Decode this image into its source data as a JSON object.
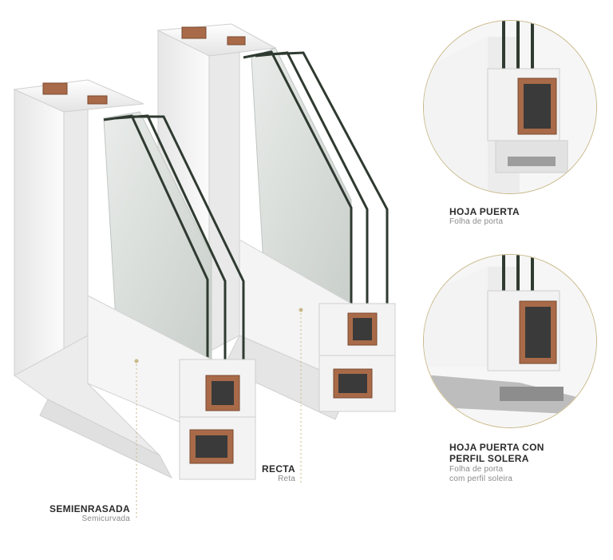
{
  "colors": {
    "pvc": "#f2f2f2",
    "pvc_shadow": "#d9d9d9",
    "glass": "#d8dcd9",
    "glass_edge": "#2f3a30",
    "reinforcement": "#9a5a3a",
    "accent_gold": "#c9b98a",
    "text_dark": "#2b2b2b",
    "text_light": "#8a8a8a"
  },
  "profiles": [
    {
      "id": "semienrasada",
      "title": "SEMIENRASADA",
      "subtitle": "Semicurvada"
    },
    {
      "id": "recta",
      "title": "RECTA",
      "subtitle": "Reta"
    }
  ],
  "details": [
    {
      "id": "hoja-puerta",
      "title": "HOJA PUERTA",
      "subtitle": "Folha de porta"
    },
    {
      "id": "hoja-puerta-solera",
      "title_line1": "HOJA PUERTA CON",
      "title_line2": "PERFIL SOLERA",
      "subtitle_line1": "Folha de porta",
      "subtitle_line2": "com perfil soleira"
    }
  ]
}
